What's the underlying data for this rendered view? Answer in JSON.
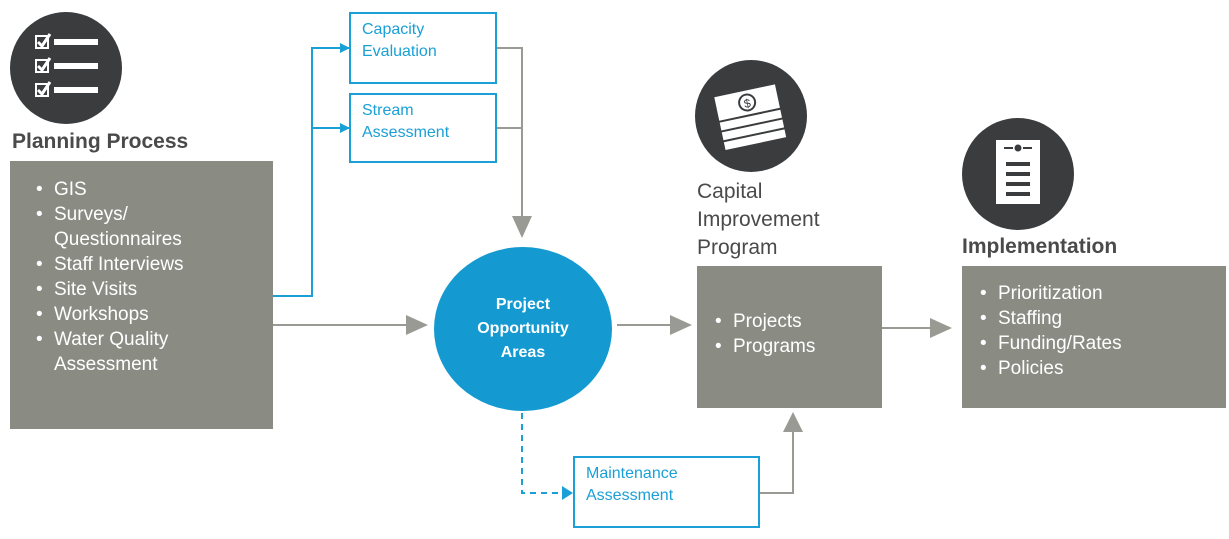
{
  "planning": {
    "title": "Planning Process",
    "items": [
      "GIS",
      "Surveys/",
      "Questionnaires",
      "Staff Interviews",
      "Site Visits",
      "Workshops",
      "Water Quality",
      "Assessment"
    ],
    "icon": "checklist-icon"
  },
  "capacity": {
    "line1": "Capacity",
    "line2": "Evaluation"
  },
  "stream": {
    "line1": "Stream",
    "line2": "Assessment"
  },
  "project": {
    "line1": "Project",
    "line2": "Opportunity",
    "line3": "Areas"
  },
  "maintenance": {
    "line1": "Maintenance",
    "line2": "Assessment"
  },
  "cip": {
    "title_line1": "Capital",
    "title_line2": "Improvement",
    "title_line3": "Program",
    "items": [
      "Projects",
      "Programs"
    ],
    "icon": "money-stack-icon"
  },
  "implementation": {
    "title": "Implementation",
    "items": [
      "Prioritization",
      "Staffing",
      "Funding/Rates",
      "Policies"
    ],
    "icon": "document-icon"
  },
  "colors": {
    "blue": "#1aa0d6",
    "circle": "#149ad0",
    "grey_box": "#8a8c84",
    "icon_dark": "#3a3c3e",
    "arrow_grey": "#9a9a94",
    "text_dark": "#4a4a4a"
  }
}
